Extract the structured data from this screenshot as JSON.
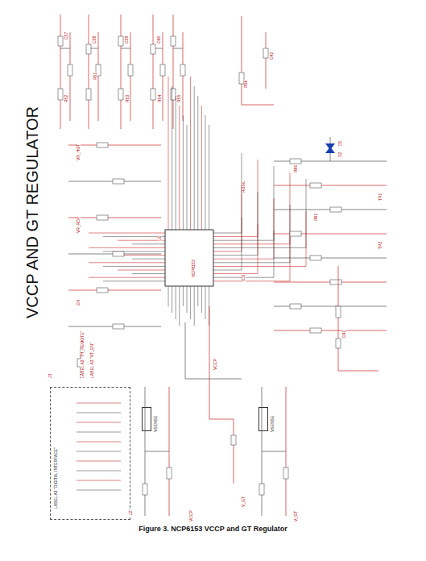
{
  "diagram": {
    "title": "VCCP AND GT REGULATOR",
    "caption": "Figure 3. NCP6153 VCCP and GT Regulator",
    "nodes": [
      {
        "text": [
          "LABEL A3 \"DIGITAL INTERFACE\""
        ]
      },
      {
        "text": [
          "VSENSE"
        ]
      },
      {
        "text": [
          "VSENSE"
        ]
      }
    ],
    "labels": [
      "LABEL A3 \"VT_EN\"",
      "LABEL A3 \"TH_REMOTE\"",
      "VCCP",
      "V_GT",
      "VCCP",
      "V_GT",
      "NCP6153",
      "J2",
      "J3",
      "U1",
      "C37",
      "C38",
      "C39",
      "C40",
      "R51",
      "R52",
      "R53",
      "R54",
      "R55",
      "R56",
      "C41",
      "C42",
      "R60",
      "R61",
      "D1",
      "D2",
      "TP1",
      "TP2",
      "VR_HOT",
      "VR_RDY",
      "EN",
      "ROSC",
      "ICS"
    ]
  }
}
